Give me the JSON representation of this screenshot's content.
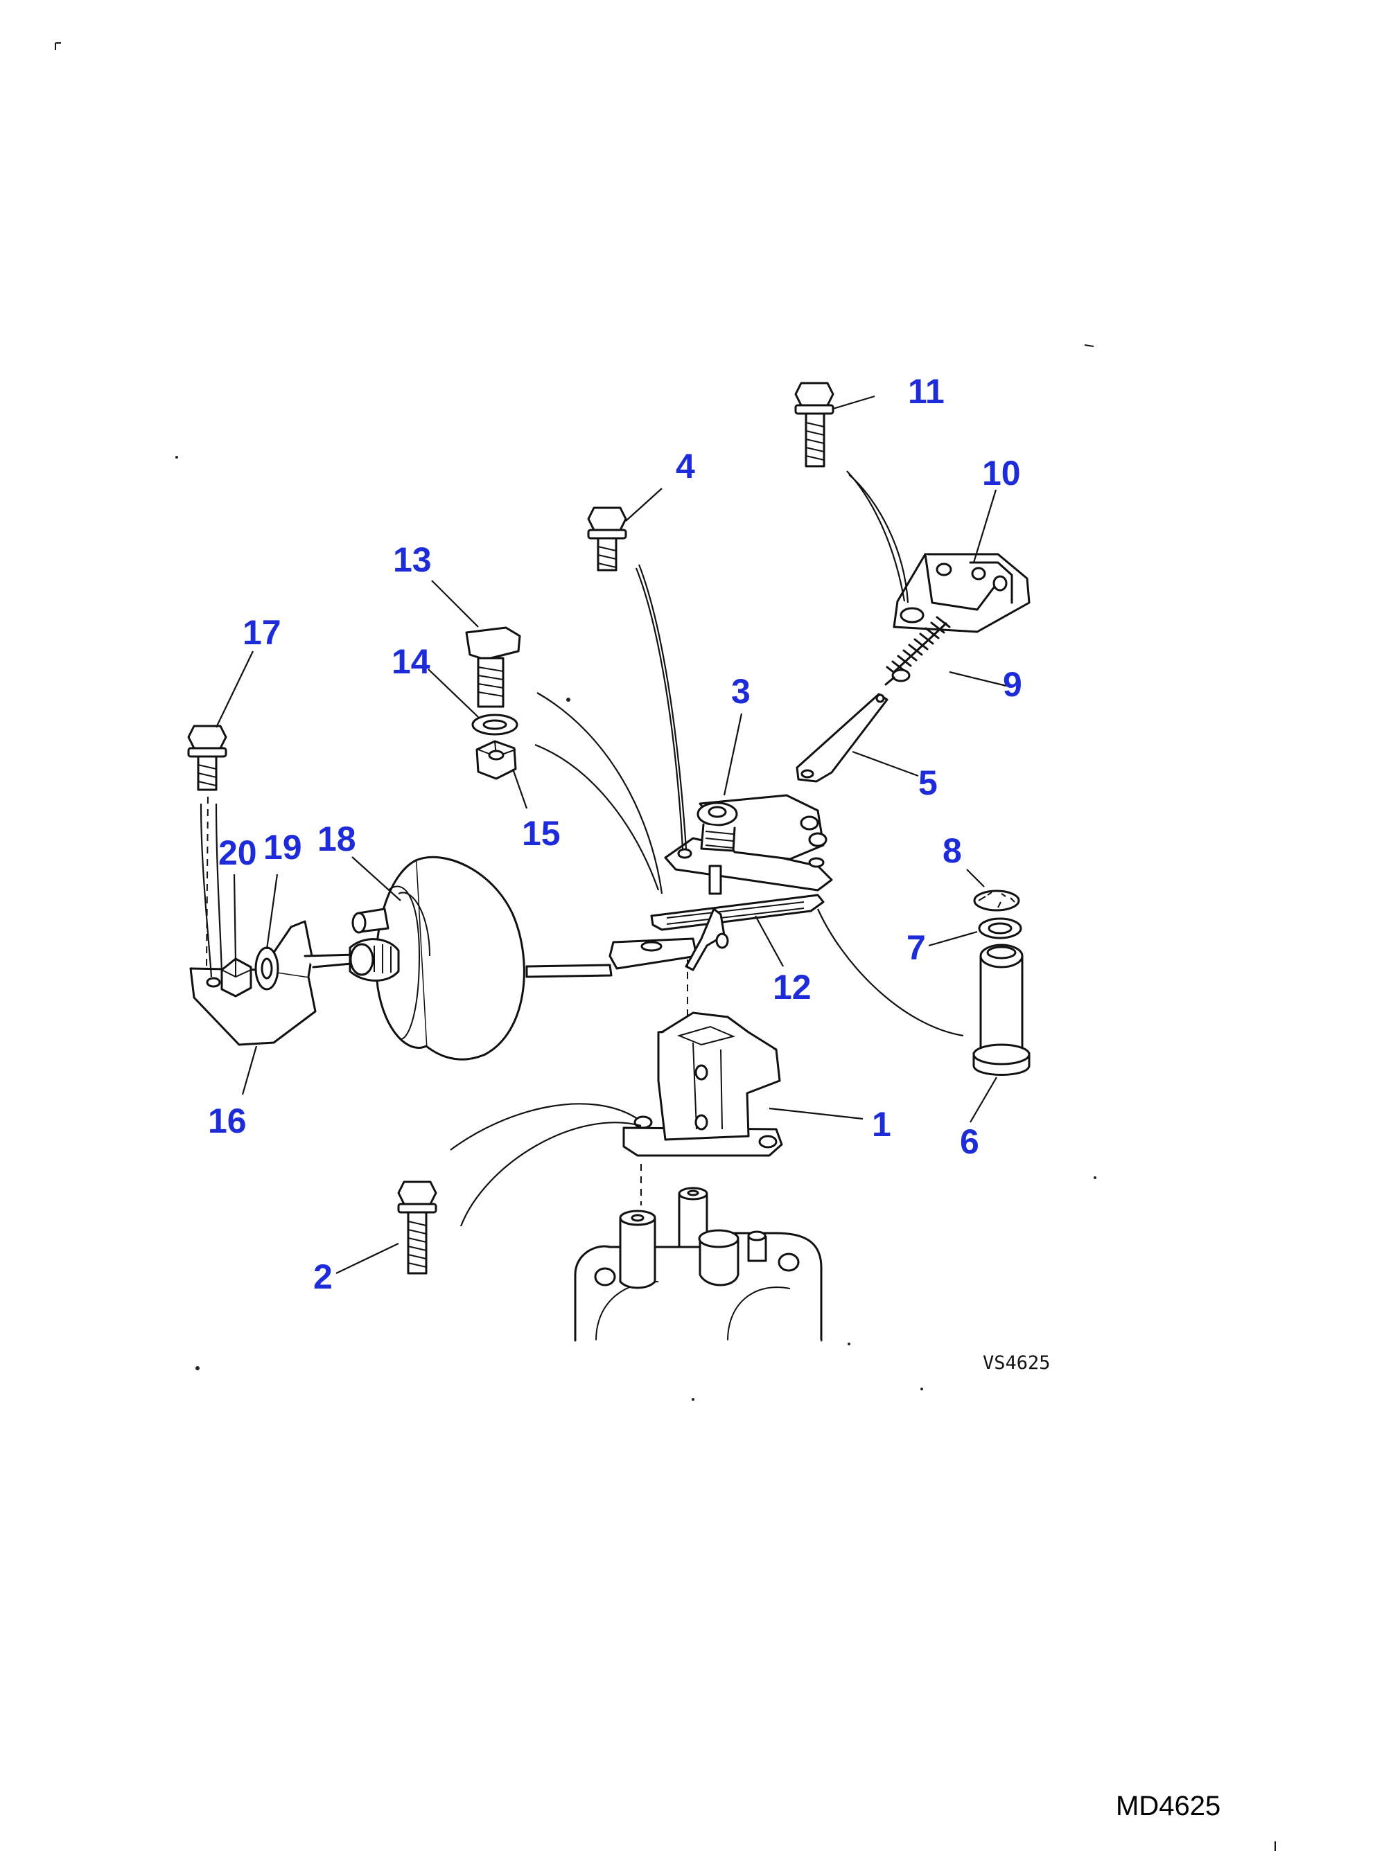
{
  "figure_reference": "VS4625",
  "document_code": "MD4625",
  "callouts": [
    "1",
    "2",
    "3",
    "4",
    "5",
    "6",
    "7",
    "8",
    "9",
    "10",
    "11",
    "12",
    "13",
    "14",
    "15",
    "16",
    "17",
    "18",
    "19",
    "20"
  ],
  "colors": {
    "callout": "#1d2bd8",
    "line_art": "#111111",
    "background": "#ffffff"
  }
}
